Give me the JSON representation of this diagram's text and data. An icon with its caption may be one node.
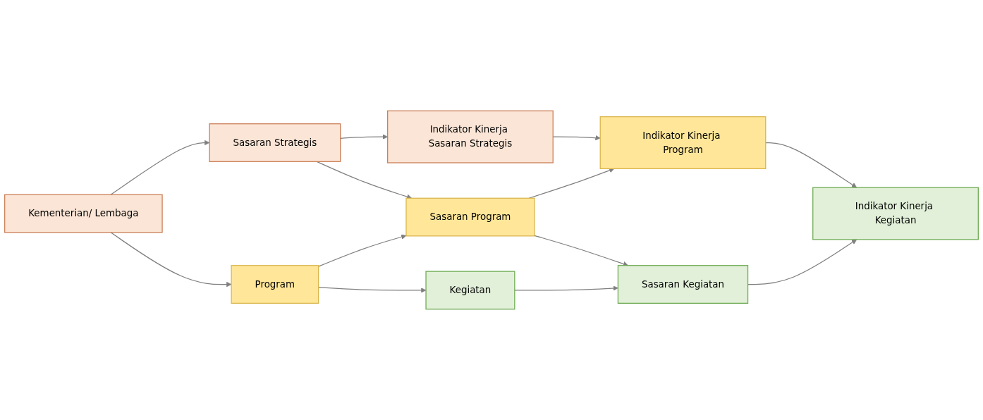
{
  "diagram": {
    "nodes": [
      {
        "text": [
          "Kementerian/ Lembaga"
        ]
      },
      {
        "text": [
          "Sasaran Strategis"
        ]
      },
      {
        "text": [
          "Indikator Kinerja Sasaran Strategis"
        ]
      },
      {
        "text": [
          "Program"
        ]
      },
      {
        "text": [
          "Sasaran Program"
        ]
      },
      {
        "text": [
          "Indikator Kinerja Program"
        ]
      },
      {
        "text": [
          "Kegiatan"
        ]
      },
      {
        "text": [
          "Sasaran Kegiatan"
        ]
      },
      {
        "text": [
          "Indikator Kinerja Kegiatan"
        ]
      }
    ],
    "edges": [
      {
        "from": 0,
        "to": 1,
        "arrow": "to"
      },
      {
        "from": 1,
        "to": 2,
        "arrow": "to"
      },
      {
        "from": 0,
        "to": 3,
        "arrow": "to"
      },
      {
        "from": 1,
        "to": 4,
        "arrow": "to"
      },
      {
        "from": 2,
        "to": 5,
        "arrow": "to"
      },
      {
        "from": 3,
        "to": 4,
        "arrow": "to"
      },
      {
        "from": 4,
        "to": 5,
        "arrow": "to"
      },
      {
        "from": 3,
        "to": 6,
        "arrow": "to"
      },
      {
        "from": 4,
        "to": 7,
        "arrow": "to"
      },
      {
        "from": 5,
        "to": 8,
        "arrow": "to"
      },
      {
        "from": 6,
        "to": 7,
        "arrow": "to"
      },
      {
        "from": 7,
        "to": 8,
        "arrow": "to"
      }
    ]
  }
}
